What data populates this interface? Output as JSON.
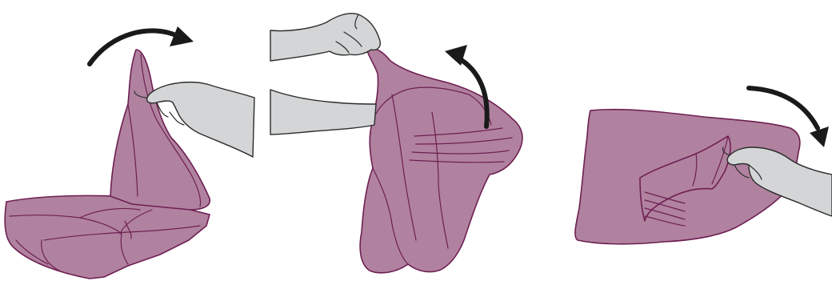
{
  "colors": {
    "cloth_fill": "#b0829f",
    "cloth_stroke": "#6e1f52",
    "skin_fill": "#d3d5d6",
    "skin_stroke": "#2b2b2b",
    "arrow": "#1a1a1a",
    "background": "#ffffff"
  },
  "panels": [
    {
      "step": 1,
      "action": "lift-corner",
      "arrow_direction": "clockwise-right",
      "icon": "curved-arrow-icon"
    },
    {
      "step": 2,
      "action": "pull-up-fold",
      "arrow_direction": "counterclockwise-left",
      "icon": "curved-arrow-icon"
    },
    {
      "step": 3,
      "action": "tuck-corner",
      "arrow_direction": "clockwise-down",
      "icon": "curved-arrow-icon"
    }
  ]
}
